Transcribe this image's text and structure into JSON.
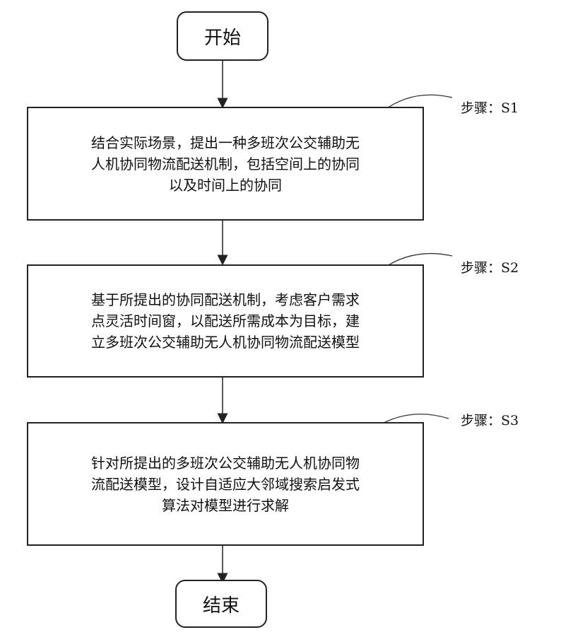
{
  "flowchart": {
    "start": {
      "label": "开始"
    },
    "end": {
      "label": "结束"
    },
    "steps": [
      {
        "id": "S1",
        "step_label": "步骤：S1",
        "lines": [
          "结合实际场景，提出一种多班次公交辅助无",
          "人机协同物流配送机制，包括空间上的协同",
          "以及时间上的协同"
        ]
      },
      {
        "id": "S2",
        "step_label": "步骤：S2",
        "lines": [
          "基于所提出的协同配送机制，考虑客户需求",
          "点灵活时间窗，以配送所需成本为目标，建",
          "立多班次公交辅助无人机协同物流配送模型"
        ]
      },
      {
        "id": "S3",
        "step_label": "步骤：S3",
        "lines": [
          "针对所提出的多班次公交辅助无人机协同物",
          "流配送模型，设计自适应大邻域搜索启发式",
          "算法对模型进行求解"
        ]
      }
    ]
  }
}
